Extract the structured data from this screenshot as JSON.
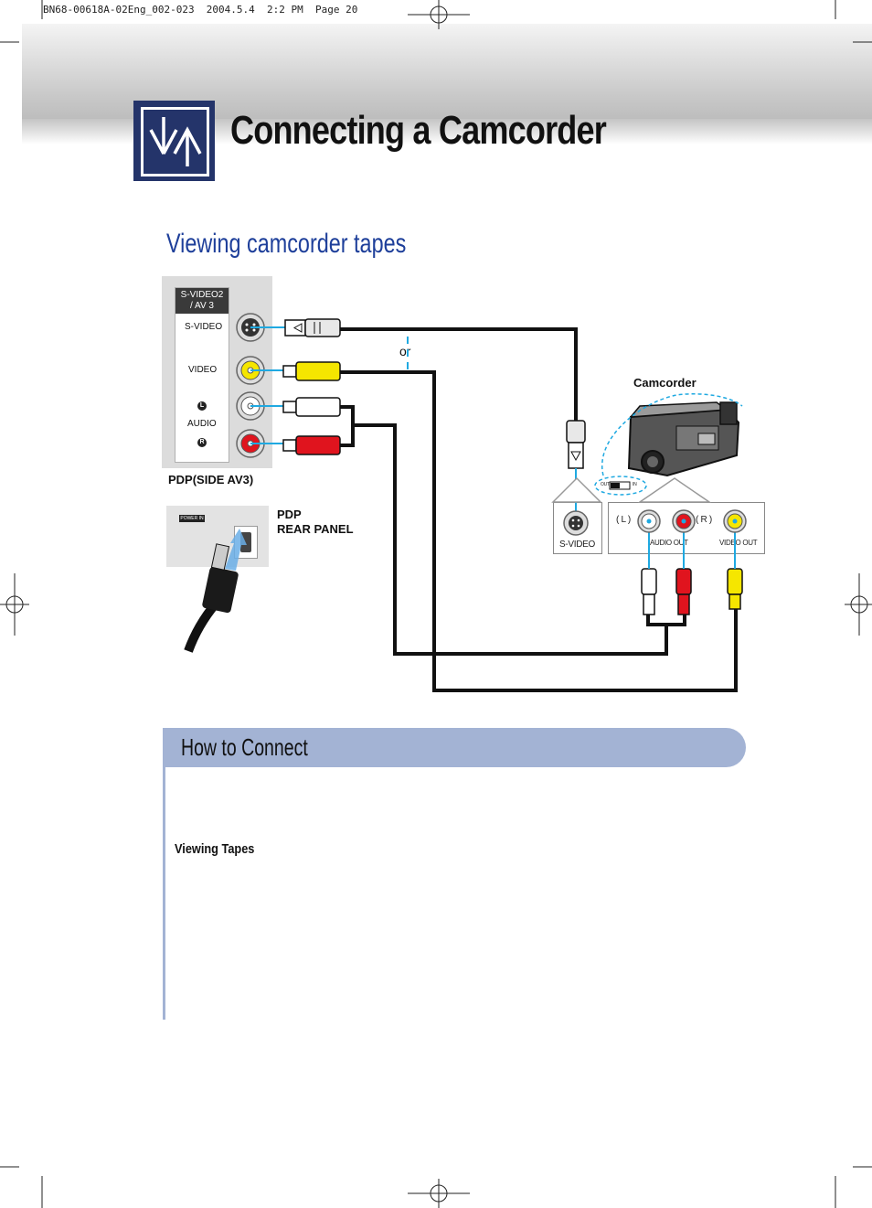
{
  "print_header": "BN68-00618A-02Eng_002-023  2004.5.4  2:2 PM  Page 20",
  "page_title": "Connecting a Camcorder",
  "section_title": "Viewing camcorder tapes",
  "diagram": {
    "side_panel": {
      "header_line1": "S-VIDEO2",
      "header_line2": "/ AV 3",
      "svideo_label": "S-VIDEO",
      "video_label": "VIDEO",
      "left_mark": "L",
      "audio_label": "AUDIO",
      "right_mark": "R",
      "caption": "PDP(SIDE AV3)"
    },
    "rear_panel": {
      "tag": "POWER IN",
      "caption_line1": "PDP",
      "caption_line2": "REAR PANEL"
    },
    "or_label": "or",
    "camcorder_label": "Camcorder",
    "switch_out": "OUT",
    "switch_in": "IN",
    "camcorder_jacks": {
      "svideo_label": "S-VIDEO",
      "left_label": "( L )",
      "right_label": "( R )",
      "audio_out_label": "AUDIO OUT",
      "video_out_label": "VIDEO OUT"
    },
    "colors": {
      "video": "#f5e600",
      "audio_left": "#ffffff",
      "audio_right": "#e0141e",
      "highlight": "#1fa9e1",
      "cable": "#111111"
    }
  },
  "how_to_connect": {
    "title": "How to Connect",
    "subheading": "Viewing Tapes"
  }
}
